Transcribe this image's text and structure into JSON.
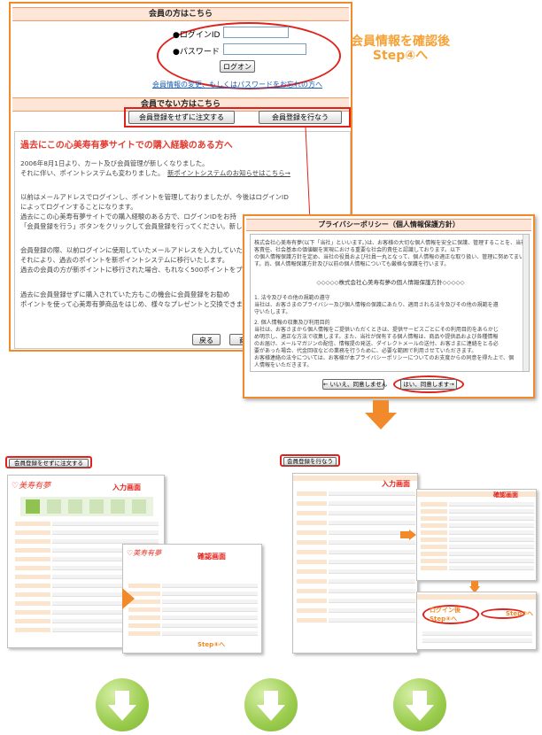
{
  "member_section": {
    "header": "会員の方はこちら",
    "login_id_label": "●ログインID",
    "password_label": "●パスワード",
    "login_button": "ログオン",
    "change_link": "会員情報の変更、もしくはパスワードをお忘れの方へ",
    "callout_line1": "会員情報を確認後",
    "callout_line2": "Step④へ"
  },
  "guest_section": {
    "header": "会員でない方はこちら",
    "order_without_register_button": "会員登録をせずに注文する",
    "register_button": "会員登録を行なう"
  },
  "notice": {
    "title": "過去にこの心美寿有夢サイトでの購入経験のある方へ",
    "lines": [
      "2006年8月1日より、カート及び会員管理が新しくなりました。",
      "それに伴い、ポイントシステムも変わりました。",
      "新ポイントシステムのお知らせはこちら→",
      "以前はメールアドレスでログインし、ポイントを管理しておりましたが、今後はログインID",
      "によってログインすることになります。",
      "過去にこの心美寿有夢サイトでの購入経験のある方で、ログインIDをお持",
      "「会員登録を行う」ボタンをクリックして会員登録を行ってください。新しいロ",
      "会員登録の際、以前ログインに使用していたメールアドレスを入力していた",
      "それにより、過去のポイントを新ポイントシステムに移行いたします。",
      "過去の会員の方が新ポイントに移行された場合、もれなく500ポイントをプレ",
      "過去に会員登録せずに購入されていた方もこの機会に会員登録をお勧め",
      "ポイントを使って心美寿有夢商品をはじめ、様々なプレゼントと交換できま"
    ],
    "back_button": "戻る",
    "next_button_partial": "商"
  },
  "privacy": {
    "title": "プライバシーポリシー（個人情報保護方針）",
    "intro_lines": [
      "株式会社心美寿有夢(以下「当社」といいます。)は、お客様の大切な個人情報を安全に保護、管理することを、当社の顧",
      "客責任、社会基本の価値観を実現における重要な社会的責任と認識しております。以下",
      "の個人情報保護方針を定め、当社の役員および社員一丸となって、個人情報の適正な取り扱い、管理に努めてまいりま",
      "す。尚、個人情報保護方針及び以前の個人情報についても厳格な保護を行います。"
    ],
    "policy_heading": "◇◇◇◇◇株式会社心美寿有夢の個人情報保護方針◇◇◇◇◇",
    "item1_lines": [
      "1. 法令及びその他の規範の遵守",
      "当社は、お客さまのプライバシー及び個人情報の保護にあたり、適用される法令及びその他の規範を遵",
      "守いたします。"
    ],
    "item2_lines": [
      "2. 個人情報の収集及び利用目的",
      "当社は、お客さまから個人情報をご提供いただくときは、提供サービスごとにその利用目的をあらかじ",
      "め明示し、適正な方法で収集します。また、当社が保有する個人情報は、商品や提供品および各種情報",
      "のお届け、メールマガジンの配信、情報提の発送、ダイレクトメールの送付、お客さまに連絡をとる必",
      "要があった場合、代金回収などの業務を行うために、必要な範囲で利用させていただきます。",
      "お客様連絡の法令については、お客様が本プライバシーポリシーについてのお支度からの同意を得た上で、個",
      "人情報をいただきます。"
    ],
    "disagree_button": "← いいえ、同意しません",
    "agree_button": "はい、同意します→"
  },
  "bottom_left": {
    "tag_button": "会員登録をせずに注文する",
    "input_label": "入力画面",
    "confirm_label": "確認画面",
    "step_label": "Step④へ"
  },
  "bottom_right": {
    "tag_button": "会員登録を行なう",
    "input_label": "入力画面",
    "confirm_label": "確認画面",
    "step2_label": "Step②へ",
    "login_label": "ログイン後",
    "step4_label": "Step④へ"
  },
  "colors": {
    "accent_orange": "#f08a2a",
    "callout_text": "#f5a133",
    "header_bg": "#fde6d8",
    "notice_red": "#e23b2f",
    "link_blue": "#1a5fb4",
    "highlight_red": "#e0221c",
    "arrow_green": "#9acb4c"
  }
}
